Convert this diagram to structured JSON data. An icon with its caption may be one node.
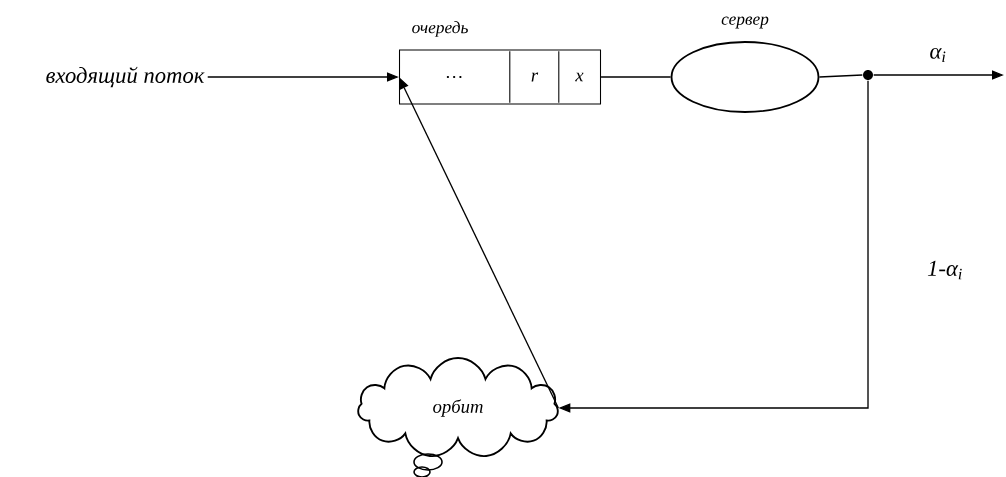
{
  "diagram": {
    "nodes": [
      {
        "text": [
          "входящий поток"
        ]
      },
      {
        "text": [
          "очередь"
        ]
      },
      {
        "text": [
          "…"
        ],
        "in": 1
      },
      {
        "text": [
          "r"
        ],
        "in": 1
      },
      {
        "text": [
          "x"
        ],
        "in": 1
      },
      {
        "text": [
          "сервер"
        ]
      },
      {
        "text": [],
        "shape": "circle"
      },
      {
        "text": [
          "орбит"
        ]
      }
    ],
    "edges": [
      {
        "from": 0,
        "to": 1,
        "arrow": "to"
      },
      {
        "from": 1,
        "to": 5,
        "arrow": "none"
      },
      {
        "from": 5,
        "to": 6,
        "arrow": "none"
      },
      {
        "from": 6,
        "to": null,
        "arrow": "to",
        "label": "α$_{i}$"
      },
      {
        "from": 6,
        "to": 7,
        "arrow": "to",
        "label": "1-α$_{i}$"
      },
      {
        "from": 7,
        "to": 1,
        "arrow": "to"
      }
    ]
  }
}
